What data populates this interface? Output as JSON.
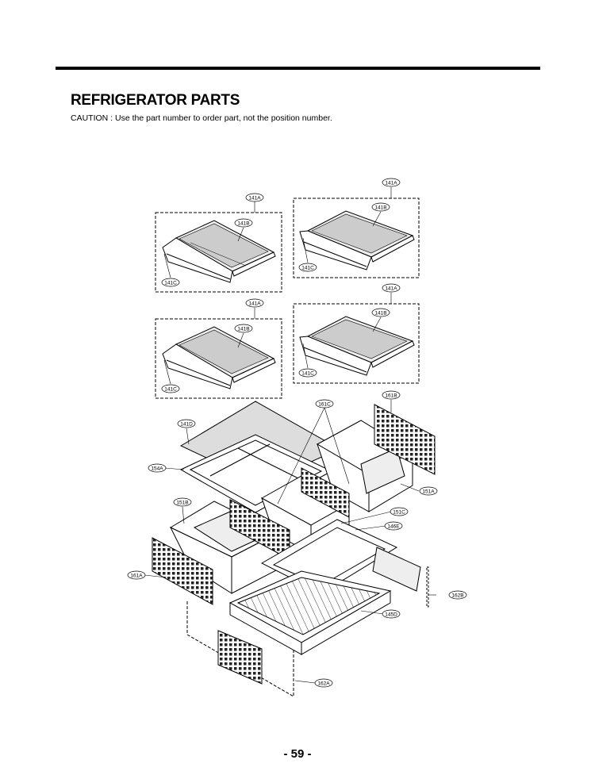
{
  "page": {
    "title": "REFRIGERATOR PARTS",
    "caution": "CAUTION : Use the part number to order part, not the position number.",
    "page_number": "- 59 -"
  },
  "callouts": {
    "c1": "141A",
    "c2": "141B",
    "c3": "141C",
    "c4": "141A",
    "c5": "141B",
    "c6": "141C",
    "c7": "141A",
    "c8": "141B",
    "c9": "141C",
    "c10": "141A",
    "c11": "141B",
    "c12": "141C",
    "c13": "161C",
    "c14": "161B",
    "c15": "141D",
    "c16": "154A",
    "c17": "151A",
    "c18": "151B",
    "c19": "151C",
    "c20": "146E",
    "c21": "161A",
    "c22": "162B",
    "c23": "145D",
    "c24": "162A"
  }
}
